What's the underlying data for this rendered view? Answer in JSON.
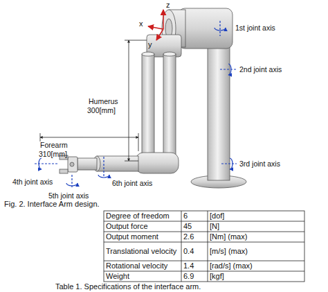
{
  "diagram": {
    "caption": "Fig. 2. Interface Arm design.",
    "labels": [
      "z",
      "x",
      "y",
      "1st joint axis",
      "2nd joint axis",
      "Humerus",
      "300[mm]",
      "Forearm",
      "310[mm]",
      "3rd joint axis",
      "4th joint axis",
      "6th joint axis",
      "5th joint axis",
      "Degree of freedom",
      "6",
      "[dof]",
      "Output force",
      "45",
      "[N]",
      "Output moment",
      "2.6",
      "[Nm] (max)",
      "Translational velocity",
      "0.4",
      "[m/s] (max)",
      "Rotational velocity",
      "1.4",
      "[rad/s] (max)",
      "Weight",
      "6.9",
      "[kgf]",
      "Table 1. Specifications of the interface arm."
    ]
  }
}
